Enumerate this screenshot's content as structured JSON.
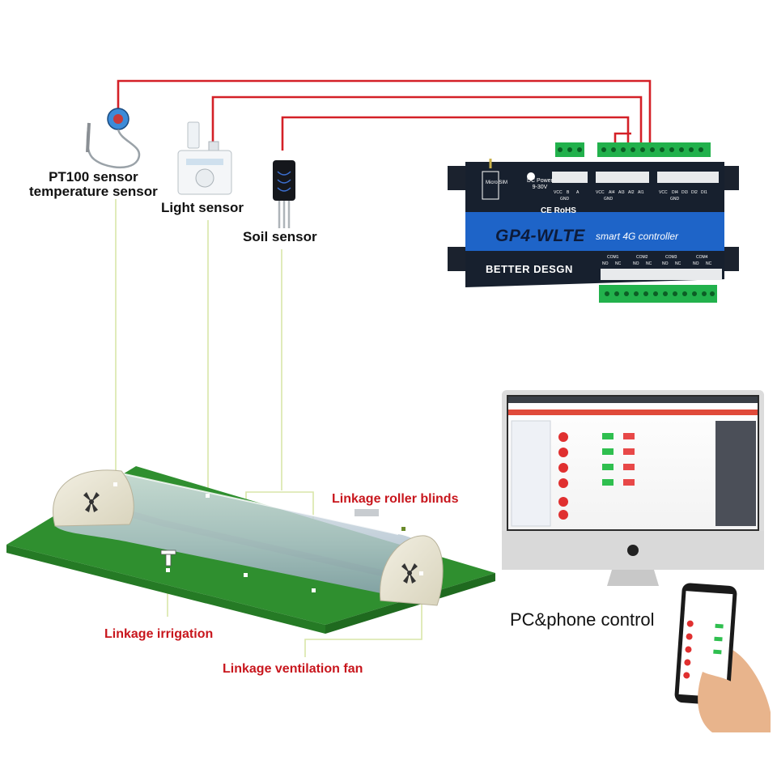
{
  "labels": {
    "pt100_line1": "PT100 sensor",
    "pt100_line2": "temperature sensor",
    "light_sensor": "Light sensor",
    "soil_sensor": "Soil sensor",
    "roller_blinds": "Linkage roller blinds",
    "irrigation": "Linkage  irrigation",
    "ventilation_fan": "Linkage  ventilation fan",
    "pc_phone": "PC&phone  control"
  },
  "controller": {
    "model": "GP4-WLTE",
    "subtitle": "smart 4G controller",
    "brand": "BETTER DESGN",
    "cert": "CE RoHS",
    "power_line1": "DC Power",
    "power_line2": "9-30V",
    "sim": "Micro SIM",
    "top_pins_left": [
      "VCC",
      "B",
      "A"
    ],
    "top_pins_mid": [
      "VCC",
      "AI4",
      "AI3",
      "AI2",
      "AI1"
    ],
    "top_pins_right": [
      "VCC",
      "DI4",
      "DI3",
      "DI2",
      "DI1"
    ],
    "gnd": "GND",
    "com_labels": [
      "COM1",
      "COM2",
      "COM3",
      "COM4"
    ],
    "nonc": [
      "NO",
      "NC"
    ]
  },
  "colors": {
    "wire": "#d42027",
    "guide": "#d8e6a8",
    "controller_body": "#17202e",
    "controller_band": "#1e64c8",
    "terminal_green": "#22b14c",
    "label_red": "#c8161d",
    "ground_green": "#2f8f2f"
  }
}
